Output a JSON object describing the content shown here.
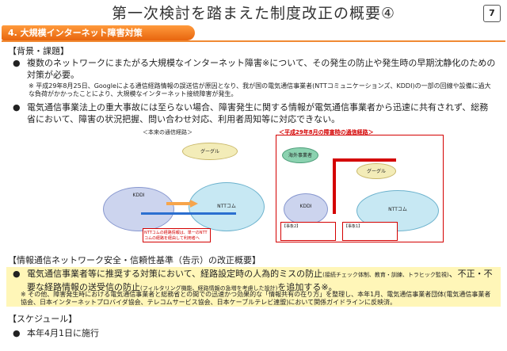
{
  "header": {
    "title": "第一次検討を踏まえた制度改正の概要④",
    "page": "7"
  },
  "banner": "4. 大規模インターネット障害対策",
  "sections": {
    "background": "【背景・課題】",
    "standard": "【情報通信ネットワーク安全・信頼性基準（告示）の改正概要】",
    "schedule": "【スケジュール】"
  },
  "bullets": {
    "b1": "複数のネットワークにまたがる大規模なインターネット障害※について、その発生の防止や発生時の早期沈静化のための対策が必要。",
    "b1_note": "※ 平成29年8月25日、Googleによる通信経路情報の誤送信が原因となり、我が国の電気通信事業者(NTTコミュニケーションズ、KDDI)の一部の回線や設備に過大な負荷がかかったことにより、大規模なインターネット接続障害が発生。",
    "b2": "電気通信事業法上の重大事故には至らない場合、障害発生に関する情報が電気通信事業者から迅速に共有されず、総務省において、障害の状況把握、問い合わせ対応、利用者周知等に対応できない。",
    "b3_main": "電気通信事業者等に推奨する対策において、経路設定時の人為的ミスの防止",
    "b3_small1": "(接続チェック体制、教育・訓練、トラヒック監視)",
    "b3_main2": "、不正・不要な経路情報の送受信の防止",
    "b3_small2": "(フィルタリング機能、経路情報の急増を考慮した設計)",
    "b3_main3": "を追加する※。",
    "b3_note": "※ その他、障害発生時における電気通信事業者と総務省との間での迅速かつ効果的な「情報共有の在り方」を整理し、本年1月、電気通信事業者団体(電気通信事業者協会、日本インターネットプロバイダ協会、テレコムサービス協会、日本ケーブルテレビ連盟)において関係ガイドラインに反映済。",
    "b4": "本年4月1日に施行"
  },
  "figure": {
    "left_title": "＜本来の通信経路＞",
    "right_title": "＜平成29年8月の障害時の通信経路＞",
    "google": "グーグル",
    "kddi": "KDDI",
    "ntt": "NTTコム",
    "ntt_fig": "NTTコム",
    "overseas": "海外事業者",
    "left_note": "NTTコムの経路情報は、単一のNTTコムの経路を経由して利用者へ",
    "r_box1": "【事象1】",
    "r_box2": "【事象2】"
  }
}
